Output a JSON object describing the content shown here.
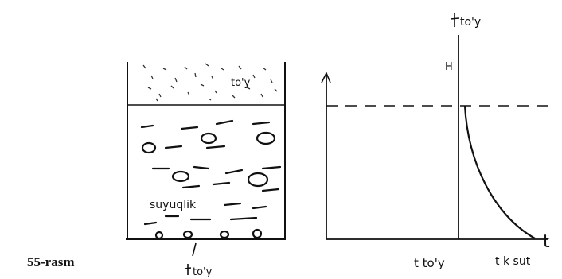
{
  "left_panel": {
    "top_layer_label": "to'y",
    "liquid_label": "suyuqlik",
    "bottom_label": "to'y"
  },
  "right_panel": {
    "top_label": "to'y",
    "axis_h_label": "H",
    "axis_t_label": "t",
    "x_tick_1": "t to'y",
    "x_tick_2_prefix": "t",
    "x_tick_2_main": "k sut"
  },
  "caption": "55-rasm"
}
